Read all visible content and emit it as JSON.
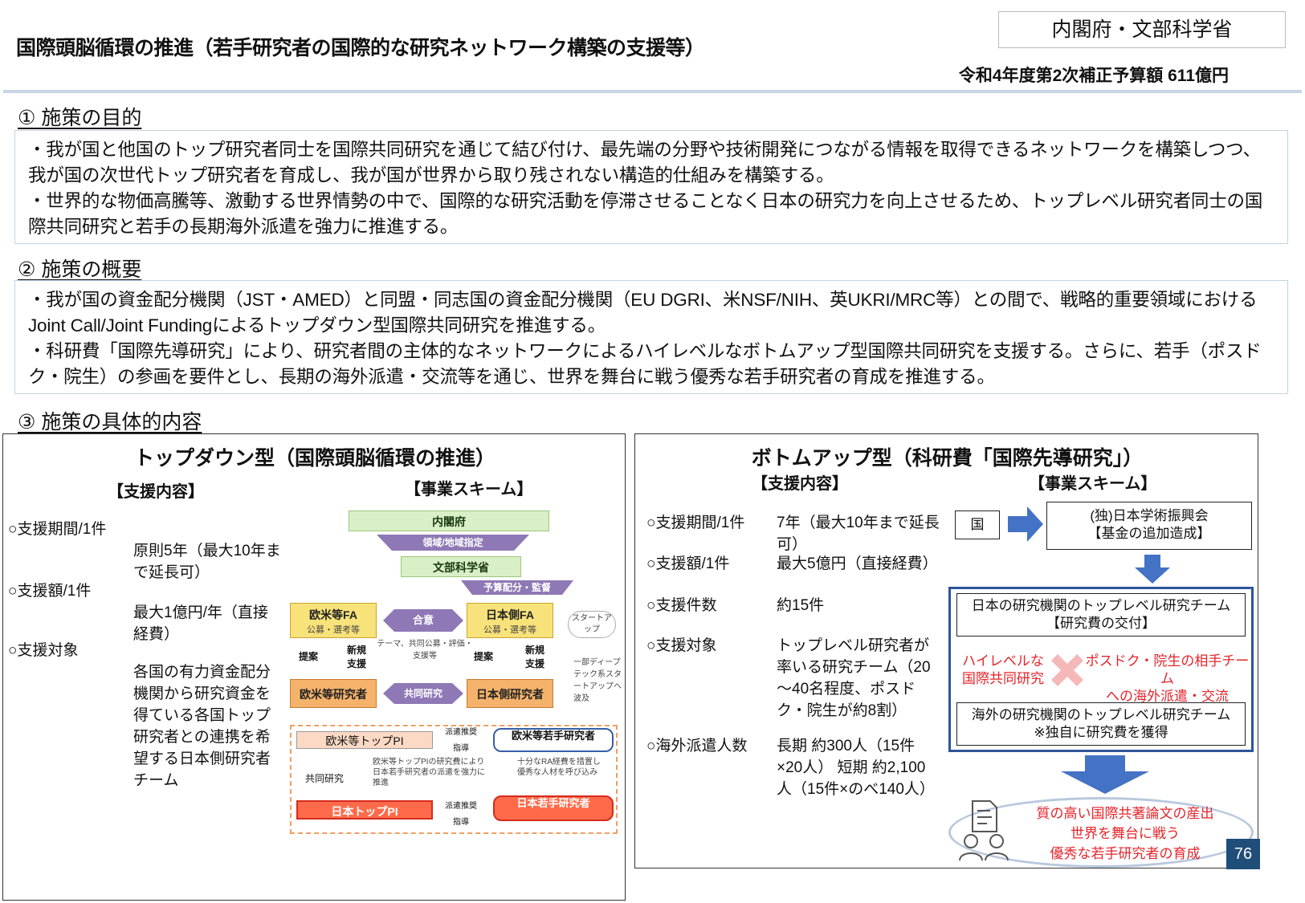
{
  "header": {
    "title": "国際頭脳循環の推進（若手研究者の国際的な研究ネットワーク構築の支援等）",
    "ministry": "内閣府・文部科学省",
    "budget": "令和4年度第2次補正予算額 611億円"
  },
  "sections": {
    "s1_heading": "① 施策の目的",
    "s1_line1": "・我が国と他国のトップ研究者同士を国際共同研究を通じて結び付け、最先端の分野や技術開発につながる情報を取得できるネットワークを構築しつつ、我が国の次世代トップ研究者を育成し、我が国が世界から取り残されない構造的仕組みを構築する。",
    "s1_line2": "・世界的な物価高騰等、激動する世界情勢の中で、国際的な研究活動を停滞させることなく日本の研究力を向上させるため、トップレベル研究者同士の国際共同研究と若手の長期海外派遣を強力に推進する。",
    "s2_heading": "② 施策の概要",
    "s2_line1": "・我が国の資金配分機関（JST・AMED）と同盟・同志国の資金配分機関（EU DGRI、米NSF/NIH、英UKRI/MRC等）との間で、戦略的重要領域におけるJoint Call/Joint Fundingによるトップダウン型国際共同研究を推進する。",
    "s2_line2": "・科研費「国際先導研究」により、研究者間の主体的なネットワークによるハイレベルなボトムアップ型国際共同研究を支援する。さらに、若手（ポスドク・院生）の参画を要件とし、長期の海外派遣・交流等を通じ、世界を舞台に戦う優秀な若手研究者の育成を推進する。",
    "s3_heading": "③ 施策の具体的内容"
  },
  "left_panel": {
    "title": "トップダウン型（国際頭脳循環の推進）",
    "support_heading": "【支援内容】",
    "scheme_heading": "【事業スキーム】",
    "items": [
      {
        "label": "○支援期間/1件",
        "value": "原則5年（最大10年まで延長可）"
      },
      {
        "label": "○支援額/1件",
        "value": "最大1億円/年（直接経費）"
      },
      {
        "label": "○支援対象",
        "value": "各国の有力資金配分機関から研究資金を得ている各国トップ研究者との連携を希望する日本側研究者チーム"
      }
    ],
    "scheme": {
      "cabinet": "内閣府",
      "field_designation": "領域/地域指定",
      "mext": "文部科学省",
      "budget_alloc": "予算配分・監督",
      "fa_west": "欧米等FA",
      "fa_west_sub": "公募・選考等",
      "agree": "合意",
      "agree_note": "テーマ、共同公募・評価・支援等",
      "fa_japan": "日本側FA",
      "fa_japan_sub": "公募・選考等",
      "startup": "スタートアップ",
      "startup_note": "一部ディープテック系スタートアップへ波及",
      "propose": "提案",
      "new_support": "新規支援",
      "researcher_west": "欧米等研究者",
      "joint_research": "共同研究",
      "researcher_japan": "日本側研究者",
      "west_top_pi": "欧米等トップPI",
      "dispatch_recommend": "派遣推奨",
      "guidance": "指導",
      "west_young": "欧米等若手研究者",
      "joint_research2": "共同研究",
      "ra_note": "欧米等トップPIの研究費により日本若手研究者の派遣を強力に推進",
      "ra_note2": "十分なRA経費を措置し優秀な人材を呼び込み",
      "japan_top_pi": "日本トップPI",
      "japan_young": "日本若手研究者"
    }
  },
  "right_panel": {
    "title": "ボトムアップ型（科研費「国際先導研究」）",
    "support_heading": "【支援内容】",
    "scheme_heading": "【事業スキーム】",
    "items": [
      {
        "label": "○支援期間/1件",
        "value": "7年（最大10年まで延長可）"
      },
      {
        "label": "○支援額/1件",
        "value": "最大5億円（直接経費）"
      },
      {
        "label": "○支援件数",
        "value": "約15件"
      },
      {
        "label": "○支援対象",
        "value": "トップレベル研究者が率いる研究チーム（20～40名程度、ポスドク・院生が約8割）"
      },
      {
        "label": "○海外派遣人数",
        "value": "長期 約300人（15件×20人） 短期 約2,100人（15件×のべ140人）"
      }
    ],
    "scheme": {
      "country": "国",
      "jsps": "(独)日本学術振興会",
      "jsps_sub": "【基金の追加造成】",
      "japan_team": "日本の研究機関のトップレベル研究チーム",
      "japan_team_sub": "【研究費の交付】",
      "high_level": "ハイレベルな",
      "intl_joint": "国際共同研究",
      "postdoc": "ポスドク・院生の相手チーム",
      "dispatch": "への海外派遣・交流",
      "overseas_team": "海外の研究機関のトップレベル研究チーム",
      "overseas_sub": "※独自に研究費を獲得",
      "outcome1": "質の高い国際共著論文の産出",
      "outcome2": "世界を舞台に戦う",
      "outcome3": "優秀な若手研究者の育成"
    }
  },
  "page_number": "76"
}
